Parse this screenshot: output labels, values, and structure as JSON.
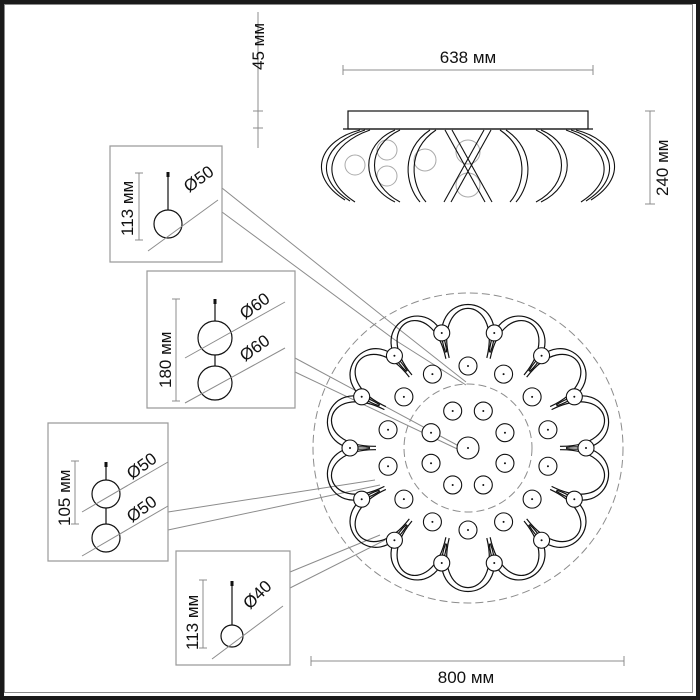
{
  "drawing": {
    "title": "Ceiling lamp dimension drawing",
    "side_view": {
      "width_label": "638 мм",
      "height_label": "240 мм",
      "plate_label": "45 мм"
    },
    "top_view": {
      "diameter_label": "800 мм"
    },
    "callouts": [
      {
        "height_label": "113 мм",
        "bulbs": [
          {
            "diameter_label": "Ø50"
          }
        ]
      },
      {
        "height_label": "180 мм",
        "bulbs": [
          {
            "diameter_label": "Ø60"
          },
          {
            "diameter_label": "Ø60"
          }
        ]
      },
      {
        "height_label": "105 мм",
        "bulbs": [
          {
            "diameter_label": "Ø50"
          },
          {
            "diameter_label": "Ø50"
          }
        ]
      },
      {
        "height_label": "113 мм",
        "bulbs": [
          {
            "diameter_label": "Ø40"
          }
        ]
      }
    ]
  },
  "colors": {
    "line": "#111111",
    "dimension": "#8c8c8c",
    "frame": "#1a1a1a"
  }
}
